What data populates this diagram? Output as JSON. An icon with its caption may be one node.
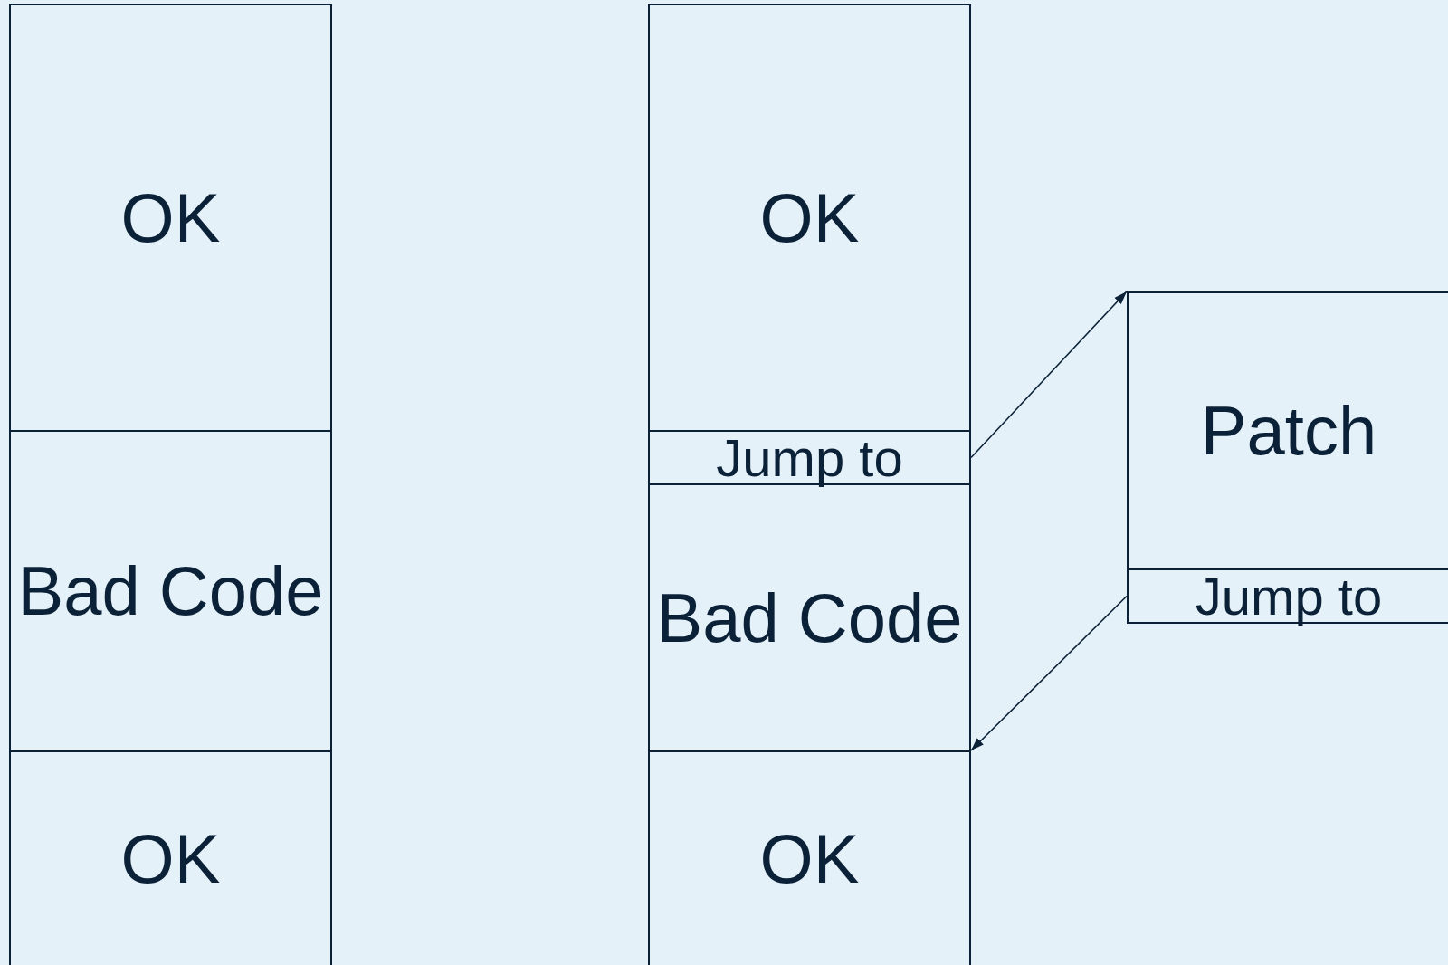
{
  "diagram": {
    "nodes": [
      {
        "text": [
          "OK"
        ]
      },
      {
        "text": [
          "Bad Code"
        ]
      },
      {
        "text": [
          "OK"
        ]
      },
      {
        "text": [
          "OK"
        ]
      },
      {
        "text": [
          "Jump to"
        ]
      },
      {
        "text": [
          "Bad Code"
        ]
      },
      {
        "text": [
          "OK"
        ]
      },
      {
        "text": [
          "Patch"
        ]
      },
      {
        "text": [
          "Jump to"
        ]
      }
    ],
    "edges": [
      {
        "from": 4,
        "to": 7,
        "arrow": "to"
      },
      {
        "from": 8,
        "to": 6,
        "arrow": "to"
      }
    ]
  }
}
